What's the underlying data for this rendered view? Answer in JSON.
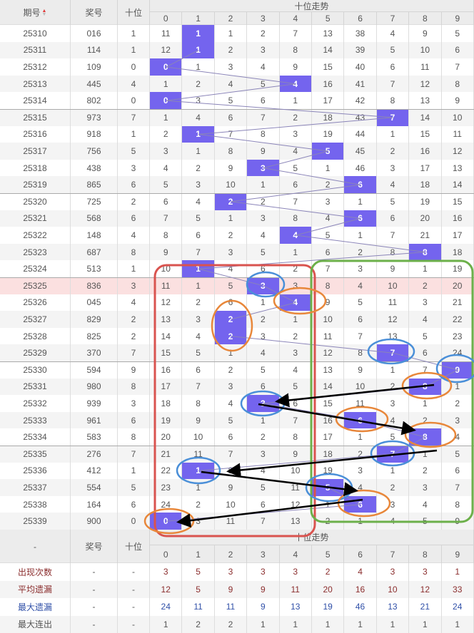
{
  "header": {
    "issue": "期号",
    "number": "奖号",
    "tens": "十位",
    "trend": "十位走势",
    "digits": [
      "0",
      "1",
      "2",
      "3",
      "4",
      "5",
      "6",
      "7",
      "8",
      "9"
    ]
  },
  "rows": [
    {
      "issue": "25310",
      "number": "016",
      "tens": "1",
      "hit": 1,
      "cells": [
        "11",
        "1",
        "1",
        "2",
        "7",
        "13",
        "38",
        "4",
        "9",
        "5"
      ]
    },
    {
      "issue": "25311",
      "number": "114",
      "tens": "1",
      "hit": 1,
      "cells": [
        "12",
        "1",
        "2",
        "3",
        "8",
        "14",
        "39",
        "5",
        "10",
        "6"
      ]
    },
    {
      "issue": "25312",
      "number": "109",
      "tens": "0",
      "hit": 0,
      "cells": [
        "0",
        "1",
        "3",
        "4",
        "9",
        "15",
        "40",
        "6",
        "11",
        "7"
      ]
    },
    {
      "issue": "25313",
      "number": "445",
      "tens": "4",
      "hit": 4,
      "cells": [
        "1",
        "2",
        "4",
        "5",
        "4",
        "16",
        "41",
        "7",
        "12",
        "8"
      ]
    },
    {
      "issue": "25314",
      "number": "802",
      "tens": "0",
      "hit": 0,
      "cells": [
        "0",
        "3",
        "5",
        "6",
        "1",
        "17",
        "42",
        "8",
        "13",
        "9"
      ]
    },
    {
      "issue": "25315",
      "number": "973",
      "tens": "7",
      "hit": 7,
      "cells": [
        "1",
        "4",
        "6",
        "7",
        "2",
        "18",
        "43",
        "7",
        "14",
        "10"
      ]
    },
    {
      "issue": "25316",
      "number": "918",
      "tens": "1",
      "hit": 1,
      "cells": [
        "2",
        "1",
        "7",
        "8",
        "3",
        "19",
        "44",
        "1",
        "15",
        "11"
      ]
    },
    {
      "issue": "25317",
      "number": "756",
      "tens": "5",
      "hit": 5,
      "cells": [
        "3",
        "1",
        "8",
        "9",
        "4",
        "5",
        "45",
        "2",
        "16",
        "12"
      ]
    },
    {
      "issue": "25318",
      "number": "438",
      "tens": "3",
      "hit": 3,
      "cells": [
        "4",
        "2",
        "9",
        "3",
        "5",
        "1",
        "46",
        "3",
        "17",
        "13"
      ]
    },
    {
      "issue": "25319",
      "number": "865",
      "tens": "6",
      "hit": 6,
      "cells": [
        "5",
        "3",
        "10",
        "1",
        "6",
        "2",
        "6",
        "4",
        "18",
        "14"
      ]
    },
    {
      "issue": "25320",
      "number": "725",
      "tens": "2",
      "hit": 2,
      "cells": [
        "6",
        "4",
        "2",
        "2",
        "7",
        "3",
        "1",
        "5",
        "19",
        "15"
      ]
    },
    {
      "issue": "25321",
      "number": "568",
      "tens": "6",
      "hit": 6,
      "cells": [
        "7",
        "5",
        "1",
        "3",
        "8",
        "4",
        "6",
        "6",
        "20",
        "16"
      ]
    },
    {
      "issue": "25322",
      "number": "148",
      "tens": "4",
      "hit": 4,
      "cells": [
        "8",
        "6",
        "2",
        "4",
        "4",
        "5",
        "1",
        "7",
        "21",
        "17"
      ]
    },
    {
      "issue": "25323",
      "number": "687",
      "tens": "8",
      "hit": 8,
      "cells": [
        "9",
        "7",
        "3",
        "5",
        "1",
        "6",
        "2",
        "8",
        "8",
        "18"
      ]
    },
    {
      "issue": "25324",
      "number": "513",
      "tens": "1",
      "hit": 1,
      "cells": [
        "10",
        "1",
        "4",
        "6",
        "2",
        "7",
        "3",
        "9",
        "1",
        "19"
      ]
    },
    {
      "issue": "25325",
      "number": "836",
      "tens": "3",
      "hit": 3,
      "cells": [
        "11",
        "1",
        "5",
        "3",
        "3",
        "8",
        "4",
        "10",
        "2",
        "20"
      ]
    },
    {
      "issue": "25326",
      "number": "045",
      "tens": "4",
      "hit": 4,
      "cells": [
        "12",
        "2",
        "6",
        "1",
        "4",
        "9",
        "5",
        "11",
        "3",
        "21"
      ]
    },
    {
      "issue": "25327",
      "number": "829",
      "tens": "2",
      "hit": 2,
      "cells": [
        "13",
        "3",
        "2",
        "2",
        "1",
        "10",
        "6",
        "12",
        "4",
        "22"
      ]
    },
    {
      "issue": "25328",
      "number": "825",
      "tens": "2",
      "hit": 2,
      "cells": [
        "14",
        "4",
        "2",
        "3",
        "2",
        "11",
        "7",
        "13",
        "5",
        "23"
      ]
    },
    {
      "issue": "25329",
      "number": "370",
      "tens": "7",
      "hit": 7,
      "cells": [
        "15",
        "5",
        "1",
        "4",
        "3",
        "12",
        "8",
        "7",
        "6",
        "24"
      ]
    },
    {
      "issue": "25330",
      "number": "594",
      "tens": "9",
      "hit": 9,
      "cells": [
        "16",
        "6",
        "2",
        "5",
        "4",
        "13",
        "9",
        "1",
        "7",
        "9"
      ]
    },
    {
      "issue": "25331",
      "number": "980",
      "tens": "8",
      "hit": 8,
      "cells": [
        "17",
        "7",
        "3",
        "6",
        "5",
        "14",
        "10",
        "2",
        "8",
        "1"
      ]
    },
    {
      "issue": "25332",
      "number": "939",
      "tens": "3",
      "hit": 3,
      "cells": [
        "18",
        "8",
        "4",
        "3",
        "6",
        "15",
        "11",
        "3",
        "1",
        "2"
      ]
    },
    {
      "issue": "25333",
      "number": "961",
      "tens": "6",
      "hit": 6,
      "cells": [
        "19",
        "9",
        "5",
        "1",
        "7",
        "16",
        "6",
        "4",
        "2",
        "3"
      ]
    },
    {
      "issue": "25334",
      "number": "583",
      "tens": "8",
      "hit": 8,
      "cells": [
        "20",
        "10",
        "6",
        "2",
        "8",
        "17",
        "1",
        "5",
        "8",
        "4"
      ]
    },
    {
      "issue": "25335",
      "number": "276",
      "tens": "7",
      "hit": 7,
      "cells": [
        "21",
        "11",
        "7",
        "3",
        "9",
        "18",
        "2",
        "7",
        "1",
        "5"
      ]
    },
    {
      "issue": "25336",
      "number": "412",
      "tens": "1",
      "hit": 1,
      "cells": [
        "22",
        "1",
        "8",
        "4",
        "10",
        "19",
        "3",
        "1",
        "2",
        "6"
      ]
    },
    {
      "issue": "25337",
      "number": "554",
      "tens": "5",
      "hit": 5,
      "cells": [
        "23",
        "1",
        "9",
        "5",
        "11",
        "5",
        "4",
        "2",
        "3",
        "7"
      ]
    },
    {
      "issue": "25338",
      "number": "164",
      "tens": "6",
      "hit": 6,
      "cells": [
        "24",
        "2",
        "10",
        "6",
        "12",
        "1",
        "6",
        "3",
        "4",
        "8"
      ]
    },
    {
      "issue": "25339",
      "number": "900",
      "tens": "0",
      "hit": 0,
      "cells": [
        "0",
        "3",
        "11",
        "7",
        "13",
        "2",
        "1",
        "4",
        "5",
        "9"
      ]
    }
  ],
  "footer": {
    "dash": "-",
    "number": "奖号",
    "tens": "十位",
    "trend": "十位走势",
    "stats": [
      {
        "label": "出现次数",
        "style": "red",
        "values": [
          "3",
          "5",
          "3",
          "3",
          "3",
          "2",
          "4",
          "3",
          "3",
          "1"
        ]
      },
      {
        "label": "平均遗漏",
        "style": "red",
        "values": [
          "12",
          "5",
          "9",
          "9",
          "11",
          "20",
          "16",
          "10",
          "12",
          "33"
        ]
      },
      {
        "label": "最大遗漏",
        "style": "blue",
        "values": [
          "24",
          "11",
          "11",
          "9",
          "13",
          "19",
          "46",
          "13",
          "21",
          "24"
        ]
      },
      {
        "label": "最大连出",
        "style": "plain",
        "values": [
          "1",
          "2",
          "2",
          "1",
          "1",
          "1",
          "1",
          "1",
          "1",
          "1"
        ]
      }
    ]
  },
  "colors": {
    "hit": "#7464ee",
    "line": "#8a84b8",
    "red_box": "#d9534f",
    "green_box": "#6cb04a",
    "blue_ring": "#4a8fd8",
    "orange_ring": "#e8873a",
    "highlight_row": "#fbe0e0"
  }
}
